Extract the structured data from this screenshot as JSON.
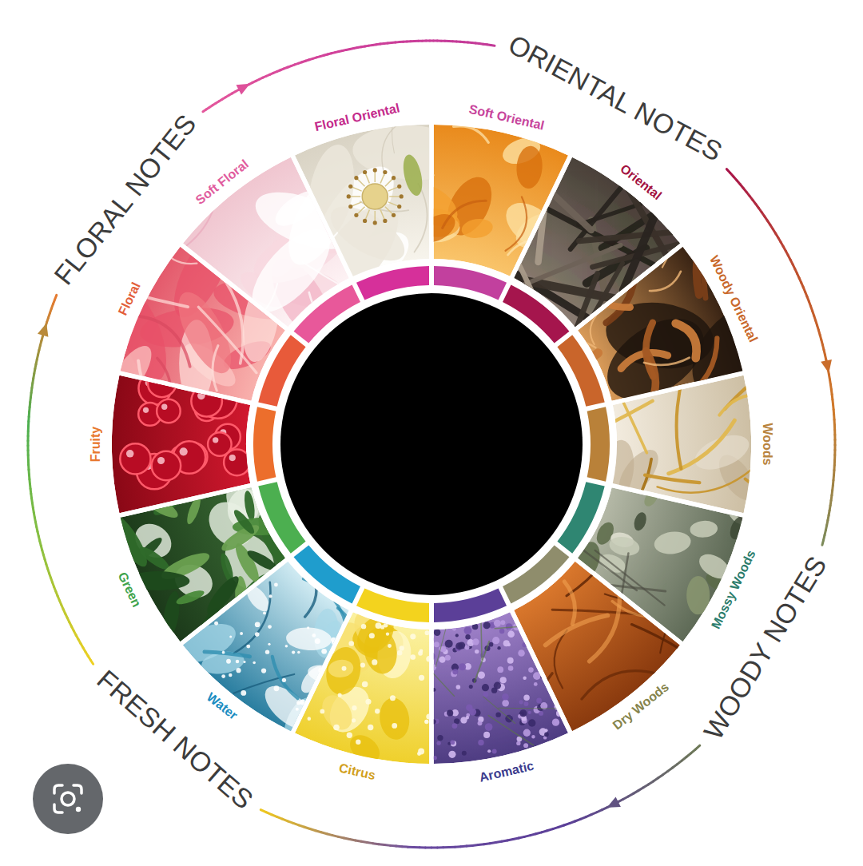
{
  "diagram": {
    "labels": [
      "FLORAL NOTES",
      "ORIENTAL NOTES",
      "WOODY NOTES",
      "FRESH NOTES",
      "Floral Oriental",
      "Soft Oriental",
      "Oriental",
      "Woody Oriental",
      "Woods",
      "Mossy Woods",
      "Dry Woods",
      "Aromatic",
      "Citrus",
      "Water",
      "Green",
      "Fruity",
      "Floral",
      "Soft Floral"
    ]
  }
}
